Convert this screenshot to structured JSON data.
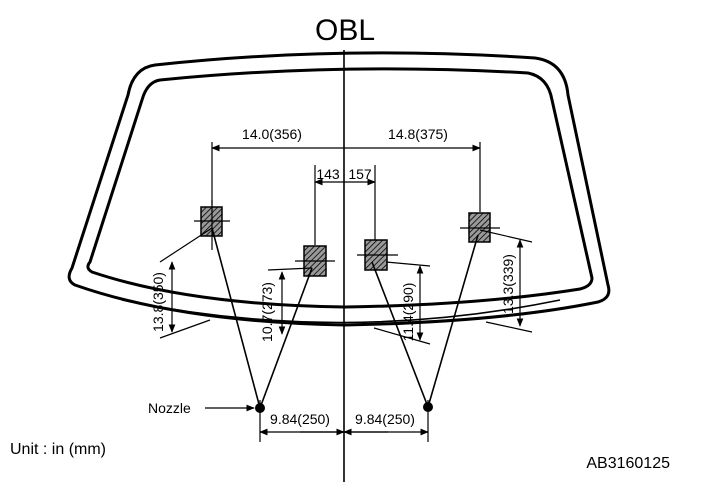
{
  "title": "OBL",
  "dimensions": {
    "left_outer_width": "14.0(356)",
    "right_outer_width": "14.8(375)",
    "left_inner_width": "143",
    "right_inner_width": "157",
    "left_outer_height": "13.8(350)",
    "left_inner_height": "10.7(273)",
    "right_inner_height": "11.4(290)",
    "right_outer_height": "13.3(339)",
    "left_nozzle_offset": "9.84(250)",
    "right_nozzle_offset": "9.84(250)"
  },
  "labels": {
    "nozzle": "Nozzle",
    "unit": "Unit : in (mm)",
    "figure_code": "AB3160125"
  }
}
